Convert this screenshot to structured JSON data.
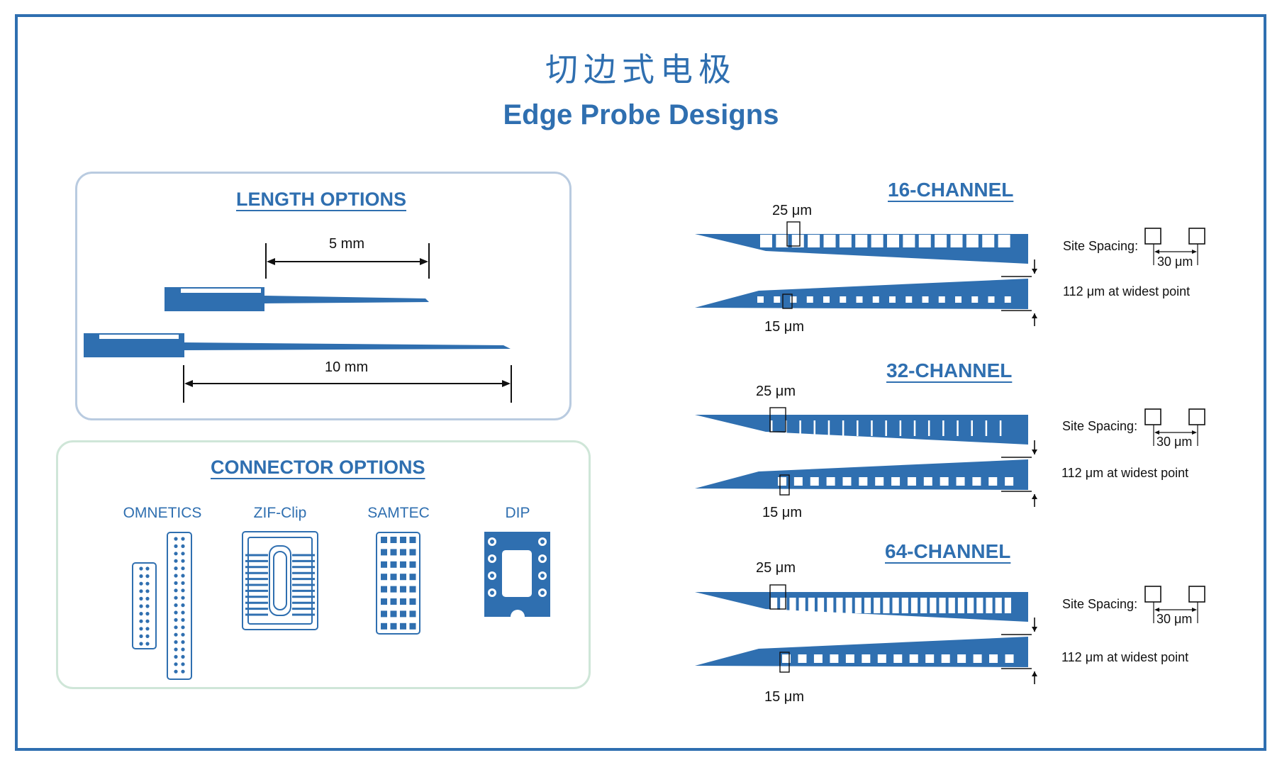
{
  "title": {
    "chinese": "切边式电极",
    "english": "Edge Probe Designs"
  },
  "length_options": {
    "title": "LENGTH OPTIONS",
    "short_length": "5 mm",
    "long_length": "10 mm"
  },
  "connector_options": {
    "title": "CONNECTOR OPTIONS",
    "connectors": [
      "OMNETICS",
      "ZIF-Clip",
      "SAMTEC",
      "DIP"
    ]
  },
  "channels": [
    {
      "title": "16-CHANNEL",
      "site_label_top": "25 μm",
      "site_label_bottom": "15 μm",
      "spacing_label": "Site Spacing:",
      "spacing_value": "30 μm",
      "width_note": "112 μm at widest point"
    },
    {
      "title": "32-CHANNEL",
      "site_label_top": "25 μm",
      "site_label_bottom": "15 μm",
      "spacing_label": "Site Spacing:",
      "spacing_value": "30 μm",
      "width_note": "112 μm at widest point"
    },
    {
      "title": "64-CHANNEL",
      "site_label_top": "25 μm",
      "site_label_bottom": "15 μm",
      "spacing_label": "Site Spacing:",
      "spacing_value": "30 μm",
      "width_note": "112 μm at widest point"
    }
  ],
  "colors": {
    "brand": "#2f6fb0",
    "length_border": "#b9cbe0",
    "connector_border": "#cfe6d8"
  }
}
